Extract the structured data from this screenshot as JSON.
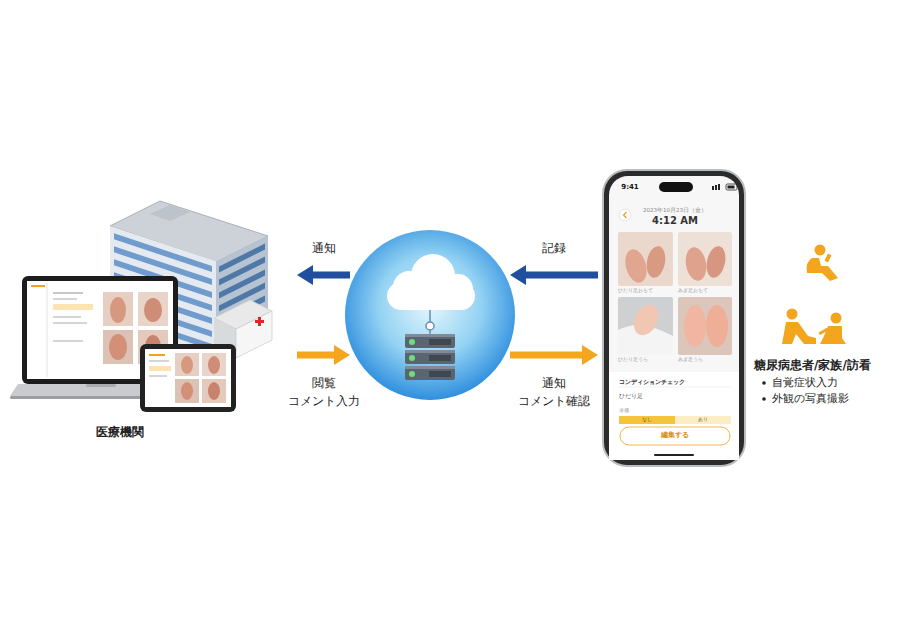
{
  "diagram": {
    "nodes": [
      {
        "text": [
          "医療機関"
        ]
      },
      {
        "text": []
      },
      {
        "text": [
          "9:41",
          "2023年10月23日（金）",
          "4:12 AM",
          "ひだり足おもて",
          "みぎ足おもて",
          "ひだり足うら",
          "みぎ足うら",
          "コンディションチェック",
          "ひだり足",
          "冷感",
          "なし",
          "あり",
          "編集する"
        ]
      },
      {
        "text": [
          "糖尿病患者/家族/訪看",
          "自覚症状入力",
          "外観の写真撮影"
        ]
      }
    ],
    "edges": [
      {
        "from": 1,
        "to": 0,
        "arrow": "to",
        "label": "通知"
      },
      {
        "from": 0,
        "to": 1,
        "arrow": "to",
        "label": "閲覧 コメント入力"
      },
      {
        "from": 2,
        "to": 1,
        "arrow": "to",
        "label": "記録"
      },
      {
        "from": 1,
        "to": 2,
        "arrow": "to",
        "label": "通知 コメント確認"
      }
    ]
  }
}
